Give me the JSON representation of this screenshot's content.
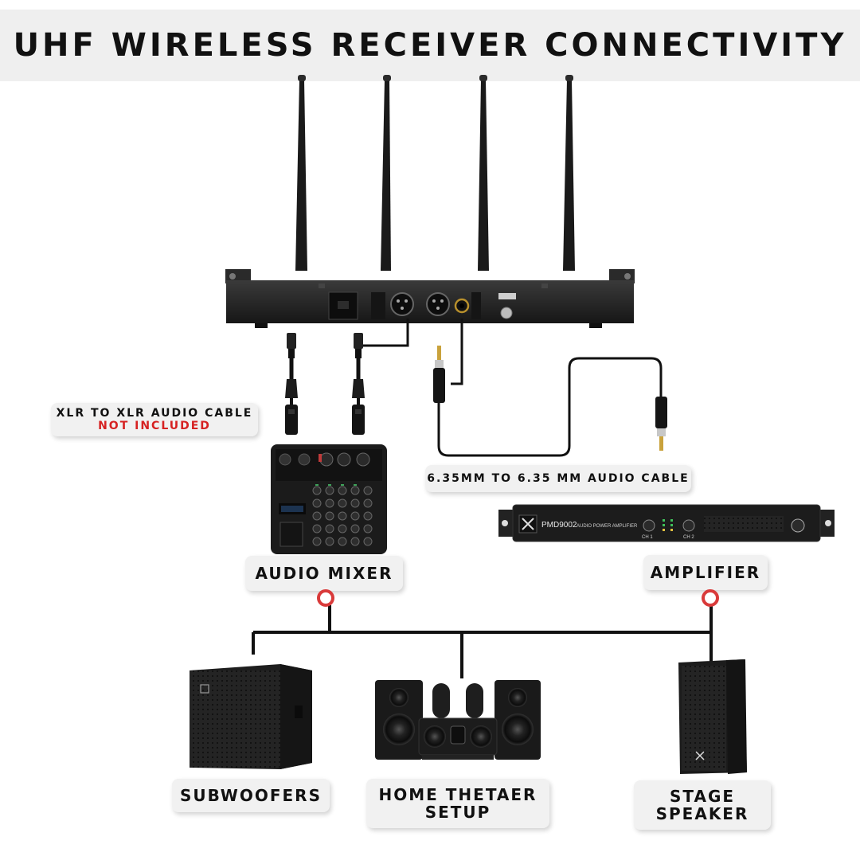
{
  "title": "UHF WIRELESS RECEIVER CONNECTIVITY",
  "labels": {
    "xlr_cable": "XLR TO XLR AUDIO CABLE",
    "xlr_note": "NOT INCLUDED",
    "jack_cable": "6.35MM TO 6.35 MM AUDIO CABLE",
    "audio_mixer": "AUDIO MIXER",
    "amplifier": "AMPLIFIER",
    "subwoofers": "SUBWOOFERS",
    "home_theater_line1": "HOME THETAER",
    "home_theater_line2": "SETUP",
    "stage_speaker_line1": "STAGE",
    "stage_speaker_line2": "SPEAKER"
  },
  "device_text": {
    "amplifier_model": "PMD9002",
    "amplifier_desc": "AUDIO POWER AMPLIFIER",
    "ch1": "CH 1",
    "ch2": "CH 2"
  },
  "colors": {
    "accent": "#d93a3a",
    "note_red": "#d62222",
    "line": "#111111",
    "banner": "#efefef",
    "device": "#1a1a1a"
  },
  "icons": [
    "receiver-icon",
    "xlr-connector-icon",
    "jack-plug-icon",
    "mixer-icon",
    "amplifier-icon",
    "subwoofer-icon",
    "home-theater-icon",
    "stage-speaker-icon"
  ]
}
